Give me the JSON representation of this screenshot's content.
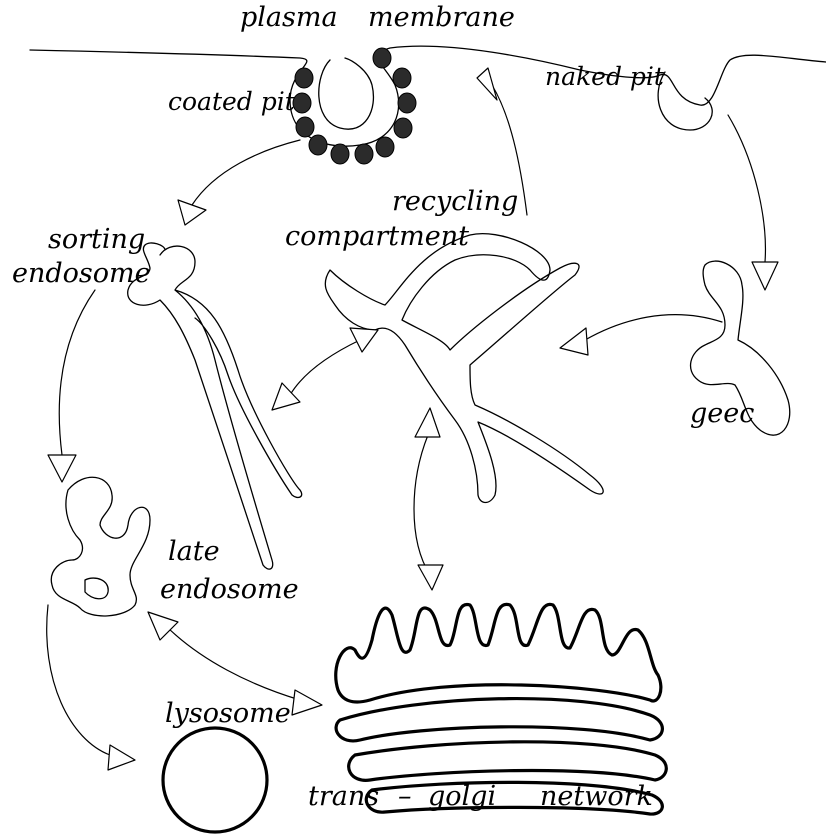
{
  "labels": {
    "plasma": "plasma",
    "membrane": "membrane",
    "coated_pit": "coated pit",
    "naked_pit": "naked pit",
    "recycling": "recycling",
    "compartment": "compartment",
    "sorting": "sorting",
    "endosome": "endosome",
    "geec": "geec",
    "late": "late",
    "late_endosome": "endosome",
    "lysosome": "lysosome",
    "trans": "trans",
    "dash": "–",
    "golgi": "golgi",
    "network": "network"
  }
}
